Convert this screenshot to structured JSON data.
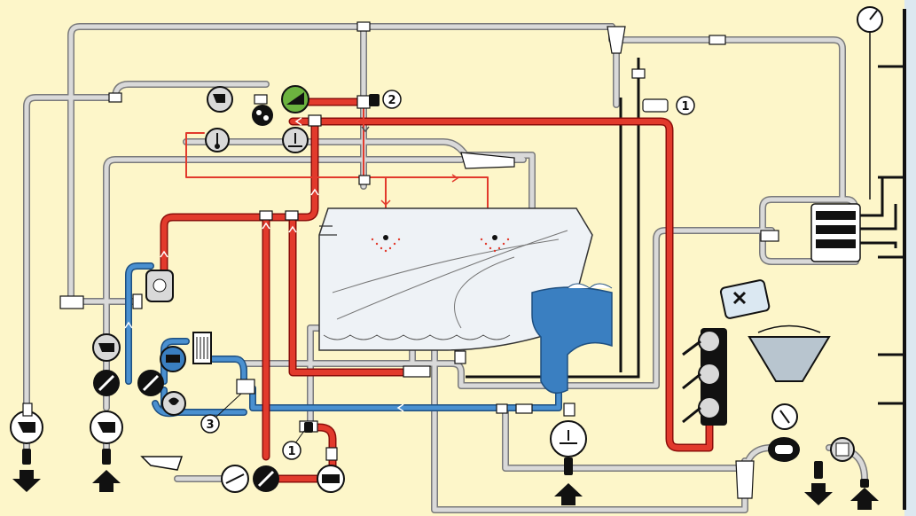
{
  "callouts": {
    "c1_top": "1",
    "c2_top": "2",
    "c3": "3",
    "c1_bottom": "1"
  },
  "colors": {
    "background": "#fdf6c9",
    "hot_line": "#d9201a",
    "cold_line": "#3a7fc1",
    "neutral_line": "#c9c9c9",
    "drain_line": "#111111",
    "active_valve": "#6cb33f",
    "tank_water": "#3a7fc1",
    "hood": "#e8eef2"
  },
  "icons": [
    "pressure-gauge-icon",
    "drain-arrow-icon",
    "inlet-arrow-icon",
    "rinse-aid-container-icon",
    "detergent-container-icon",
    "no-detergent-icon",
    "pump-icon",
    "filter-icon",
    "heating-element-icon",
    "thermometer-icon",
    "spray-nozzle-icon",
    "non-return-valve-icon"
  ]
}
